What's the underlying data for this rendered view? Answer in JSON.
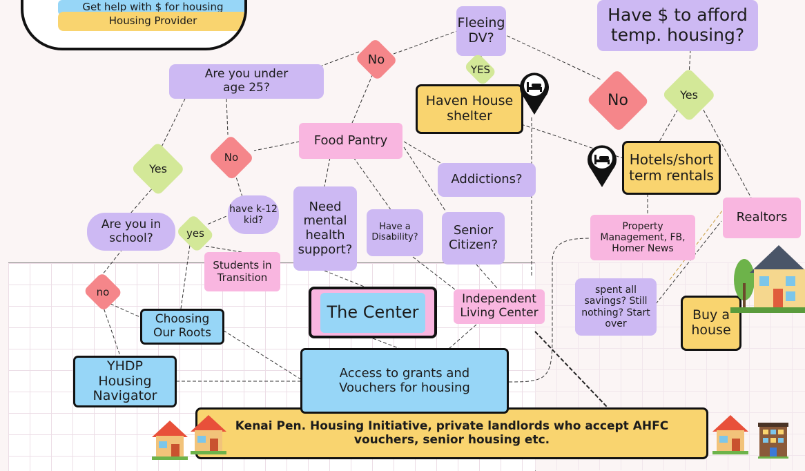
{
  "legend": {
    "help_label": "Get help with $ for housing",
    "provider_label": "Housing Provider"
  },
  "nodes": {
    "fleeing_dv": "Fleeing DV?",
    "have_money": "Have $ to afford temp. housing?",
    "under_25": "Are you under age 25?",
    "haven_house": "Haven House shelter",
    "food_pantry": "Food Pantry",
    "hotels": "Hotels/short term rentals",
    "addictions": "Addictions?",
    "k12_kid": "have k-12 kid?",
    "in_school": "Are you in school?",
    "mental_health": "Need mental health support?",
    "disability": "Have a Disability?",
    "senior": "Senior Citizen?",
    "property_mgmt": "Property Management, FB, Homer News",
    "realtors": "Realtors",
    "students_transition": "Students in Transition",
    "the_center": "The Center",
    "independent_living": "Independent Living Center",
    "spent_savings": "spent all savings? Still nothing? Start over",
    "buy_house": "Buy a house",
    "choosing_roots": "Choosing Our Roots",
    "yhdp": "YHDP Housing Navigator",
    "access_grants": "Access to grants and Vouchers for housing",
    "kenai": "Kenai Pen. Housing Initiative, private landlords who accept AHFC vouchers, senior housing etc."
  },
  "decisions": {
    "no_dv": "No",
    "yes_dv": "YES",
    "no_money": "No",
    "yes_money": "Yes",
    "no_under25": "No",
    "yes_under25": "Yes",
    "yes_k12": "yes",
    "no_school": "no"
  },
  "colors": {
    "question": "#cdb9f3",
    "resource": "#f9b6e0",
    "shelter": "#f9d46f",
    "help": "#97d6f7",
    "no_diamond": "#f5868a",
    "yes_diamond": "#d3e898"
  },
  "icons": [
    "bed-pin-icon",
    "house-icon",
    "apartment-icon"
  ]
}
